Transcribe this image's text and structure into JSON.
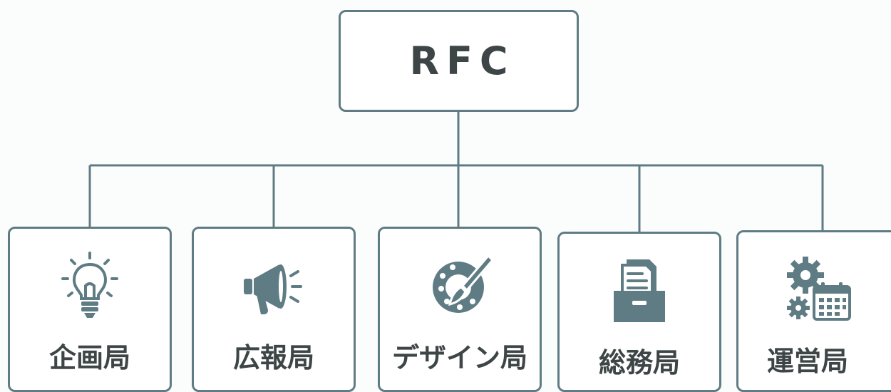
{
  "root": {
    "label": "RFC"
  },
  "departments": [
    {
      "label": "企画局",
      "icon": "lightbulb-icon"
    },
    {
      "label": "広報局",
      "icon": "megaphone-icon"
    },
    {
      "label": "デザイン局",
      "icon": "palette-brush-icon"
    },
    {
      "label": "総務局",
      "icon": "file-cabinet-icon"
    },
    {
      "label": "運営局",
      "icon": "gear-calendar-icon"
    }
  ],
  "colors": {
    "line": "#5f7c84",
    "icon": "#5f7c84",
    "text": "#3d4547"
  }
}
